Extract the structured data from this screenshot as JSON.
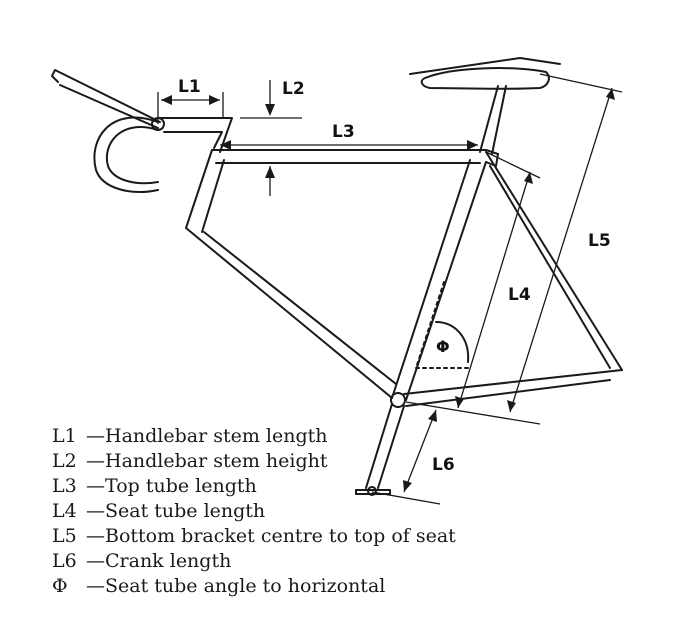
{
  "labels": {
    "L1": "L1",
    "L2": "L2",
    "L3": "L3",
    "L4": "L4",
    "L5": "L5",
    "L6": "L6",
    "phi": "Φ"
  },
  "legend": [
    {
      "symbol": "L1",
      "text": "—Handlebar stem length"
    },
    {
      "symbol": "L2",
      "text": "—Handlebar stem height"
    },
    {
      "symbol": "L3",
      "text": "—Top tube length"
    },
    {
      "symbol": "L4",
      "text": "—Seat tube length"
    },
    {
      "symbol": "L5",
      "text": "—Bottom bracket centre to top of seat"
    },
    {
      "symbol": "L6",
      "text": "—Crank length"
    },
    {
      "symbol": "Φ",
      "text": "—Seat tube angle to horizontal"
    }
  ]
}
